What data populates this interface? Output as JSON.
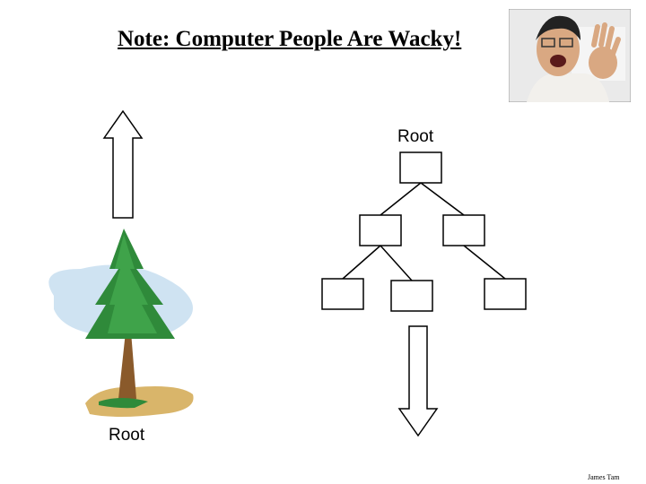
{
  "slide": {
    "title": "Note: Computer People Are Wacky!",
    "root_label_top": "Root",
    "root_label_bottom": "Root",
    "credit": "James Tam"
  },
  "diagram": {
    "tree_nodes": 6,
    "up_arrow": "arrow-up-icon",
    "down_arrow": "arrow-down-icon"
  },
  "colors": {
    "foliage": "#2f8a3a",
    "trunk": "#8a5a2b",
    "ground": "#d9b56a",
    "sky": "#cfe3f2"
  }
}
